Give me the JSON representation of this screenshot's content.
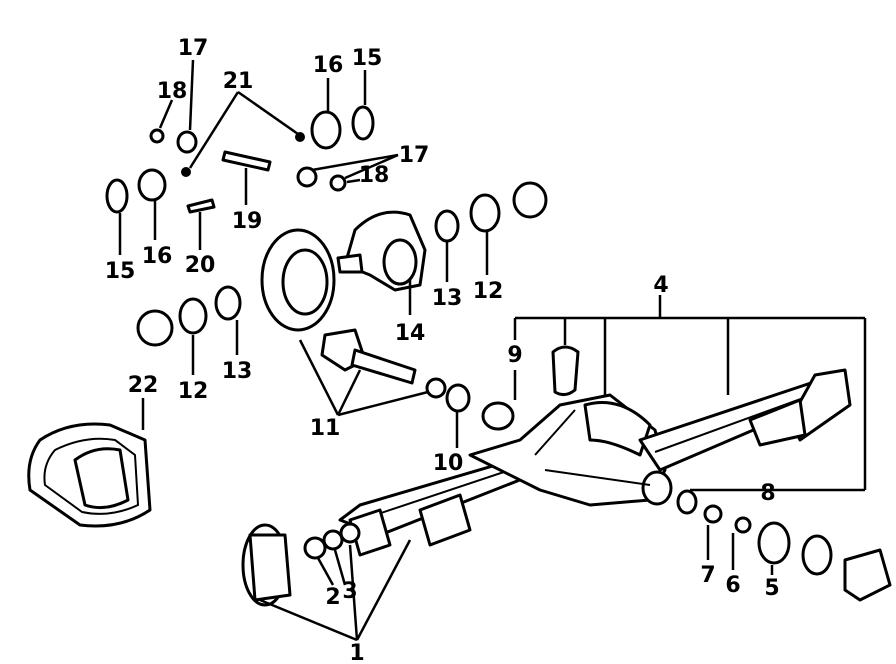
{
  "callouts": {
    "c1": "1",
    "c2": "2",
    "c3": "3",
    "c4": "4",
    "c5": "5",
    "c6": "6",
    "c7": "7",
    "c8": "8",
    "c9": "9",
    "c10": "10",
    "c11": "11",
    "c12a": "12",
    "c12b": "12",
    "c13a": "13",
    "c13b": "13",
    "c14": "14",
    "c15a": "15",
    "c15b": "15",
    "c16a": "16",
    "c16b": "16",
    "c17a": "17",
    "c17b": "17",
    "c18a": "18",
    "c18b": "18",
    "c19": "19",
    "c20": "20",
    "c21": "21",
    "c22": "22"
  }
}
